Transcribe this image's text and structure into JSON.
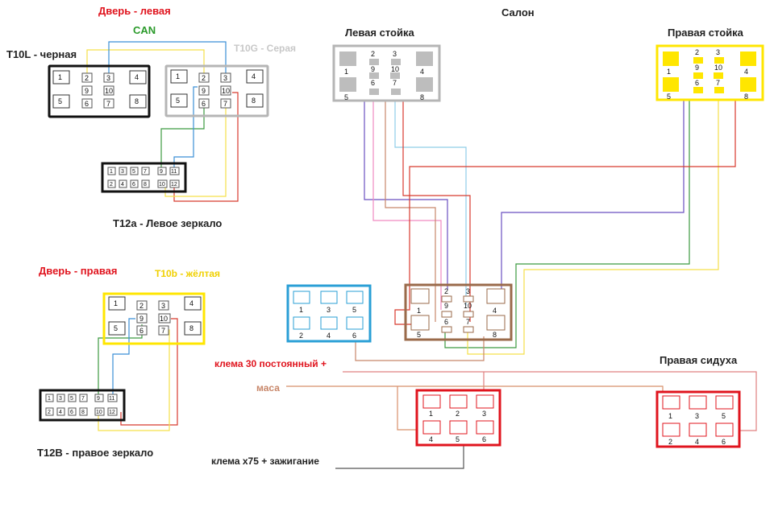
{
  "labels": {
    "door_left": "Дверь - левая",
    "can": "CAN",
    "t10l": "T10L - черная",
    "t10g": "T10G - Серая",
    "t12a": "T12a - Левое зеркало",
    "door_right": "Дверь -  правая",
    "t10b": "T10b - жёлтая",
    "t12b": "T12B - правое зеркало",
    "salon": "Салон",
    "left_pillar": "Левая стойка",
    "right_pillar": "Правая стойка",
    "right_seat": "Правая сидуха",
    "klema30": "клема 30  постоянный +",
    "mass": "маса",
    "klema75": "клема х75  + зажигание"
  },
  "pins": {
    "p1": "1",
    "p2": "2",
    "p3": "3",
    "p4": "4",
    "p5": "5",
    "p6": "6",
    "p7": "7",
    "p8": "8",
    "p9": "9",
    "p10": "10",
    "p11": "11",
    "p12": "12"
  },
  "colors": {
    "black": "#111111",
    "grey": "#b5b5b5",
    "yellow": "#ffe600",
    "blue": "#2a9fd6",
    "brown": "#9a6a4a",
    "red": "#e0141e",
    "wire_yellow": "#f5e04a",
    "wire_blue": "#3b8fd6",
    "wire_green": "#3c9a40",
    "wire_red": "#d83a2e",
    "wire_purple": "#6a4fc0",
    "wire_pink": "#f08ac0",
    "wire_lightblue": "#8fcde8",
    "wire_brown": "#c8876a",
    "wire_grey": "#777777"
  }
}
